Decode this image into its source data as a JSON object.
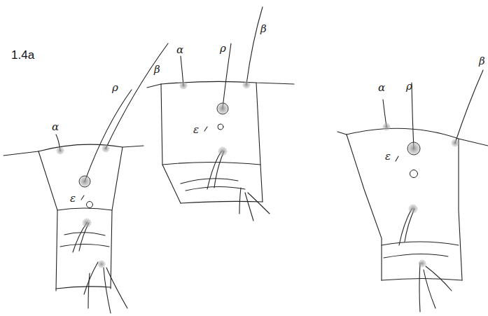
{
  "diagram": {
    "labels": [
      "1.4a",
      "α",
      "ρ",
      "β",
      "ε",
      "α",
      "ρ",
      "β",
      "ε",
      "α",
      "ρ",
      "β",
      "ε"
    ]
  }
}
